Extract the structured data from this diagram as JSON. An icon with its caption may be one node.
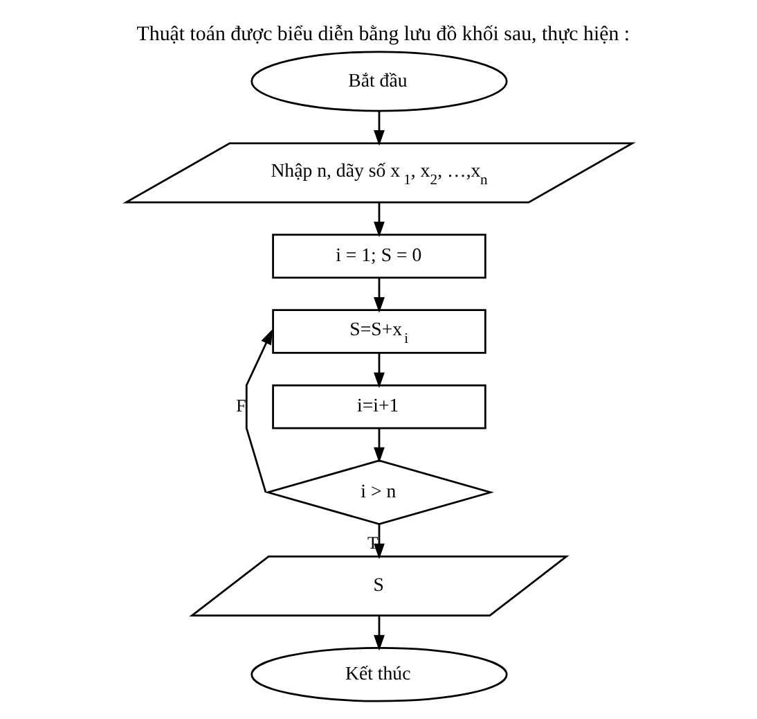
{
  "diagram": {
    "title": "Thuật toán được biểu diễn bằng lưu đồ khối sau, thực hiện :",
    "nodes": [
      {
        "text": [
          "Bắt đầu"
        ]
      },
      {
        "text": [
          "Nhập n, dãy số x$_{1}$, x$_{2}$, …,x$_{n}$"
        ]
      },
      {
        "text": [
          "i = 1; S = 0"
        ]
      },
      {
        "text": [
          "S=S+x$_{i}$"
        ]
      },
      {
        "text": [
          "i=i+1"
        ]
      },
      {
        "text": [
          "i > n"
        ]
      },
      {
        "text": [
          "S"
        ]
      },
      {
        "text": [
          "Kết thúc"
        ]
      }
    ],
    "edges": [
      {
        "from": 0,
        "to": 1,
        "arrow": "to"
      },
      {
        "from": 1,
        "to": 2,
        "arrow": "to"
      },
      {
        "from": 2,
        "to": 3,
        "arrow": "to"
      },
      {
        "from": 3,
        "to": 4,
        "arrow": "to"
      },
      {
        "from": 4,
        "to": 5,
        "arrow": "to"
      },
      {
        "from": 5,
        "to": 3,
        "arrow": "to",
        "label": "F"
      },
      {
        "from": 5,
        "to": 6,
        "arrow": "to",
        "label": "T"
      },
      {
        "from": 6,
        "to": 7,
        "arrow": "to"
      }
    ]
  }
}
